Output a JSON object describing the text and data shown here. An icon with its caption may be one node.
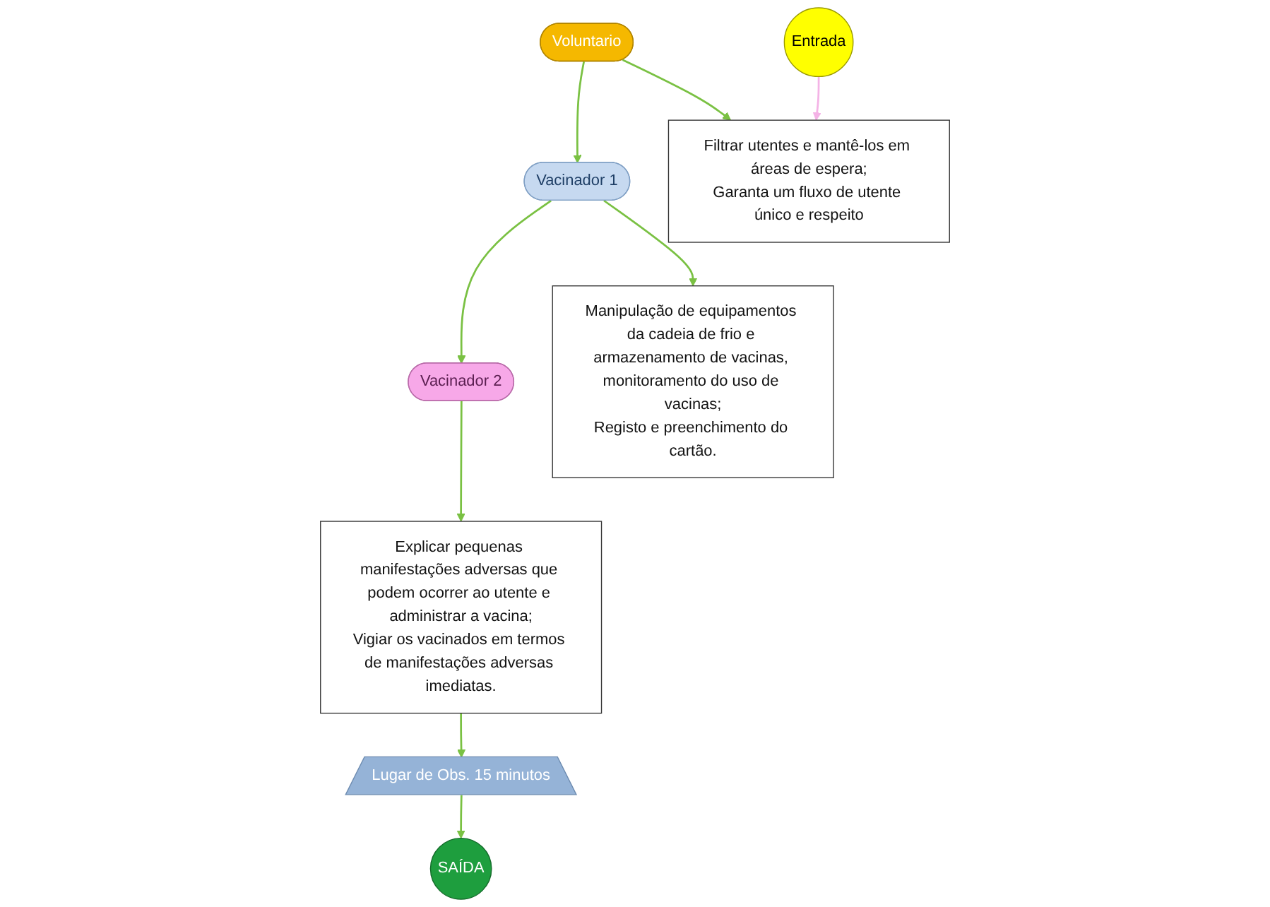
{
  "diagram": {
    "nodes": [
      {
        "text": [
          "Voluntario"
        ]
      },
      {
        "text": [
          "Vacinador 1"
        ]
      },
      {
        "text": [
          "Vacinador 2"
        ]
      },
      {
        "text": [
          "Filtrar utentes e mantê-los em áreas de espera;",
          "Garanta um fluxo de utente único e respeito"
        ]
      },
      {
        "text": [
          "Manipulação de equipamentos da cadeia de frio e armazenamento de vacinas, monitoramento do uso de vacinas;",
          "Registo e preenchimento do cartão."
        ]
      },
      {
        "text": [
          "Explicar pequenas manifestações adversas que podem ocorrer ao utente e administrar a vacina;",
          "Vigiar os vacinados em termos de manifestações adversas imediatas."
        ]
      },
      {
        "text": [
          "Entrada"
        ]
      },
      {
        "text": [
          "Lugar de Obs. 15 minutos"
        ]
      },
      {
        "text": [
          "SAÍDA"
        ]
      }
    ],
    "edges": [
      {
        "from": 0,
        "to": 1,
        "arrow": "to"
      },
      {
        "from": 1,
        "to": 2,
        "arrow": "to"
      },
      {
        "from": 0,
        "to": 3,
        "arrow": "to"
      },
      {
        "from": 1,
        "to": 4,
        "arrow": "to"
      },
      {
        "from": 2,
        "to": 5,
        "arrow": "to"
      },
      {
        "from": 6,
        "to": 3,
        "arrow": "to",
        "color": "#f4b3e6"
      },
      {
        "from": 5,
        "to": 7,
        "arrow": "to"
      },
      {
        "from": 7,
        "to": 8,
        "arrow": "to"
      }
    ]
  }
}
